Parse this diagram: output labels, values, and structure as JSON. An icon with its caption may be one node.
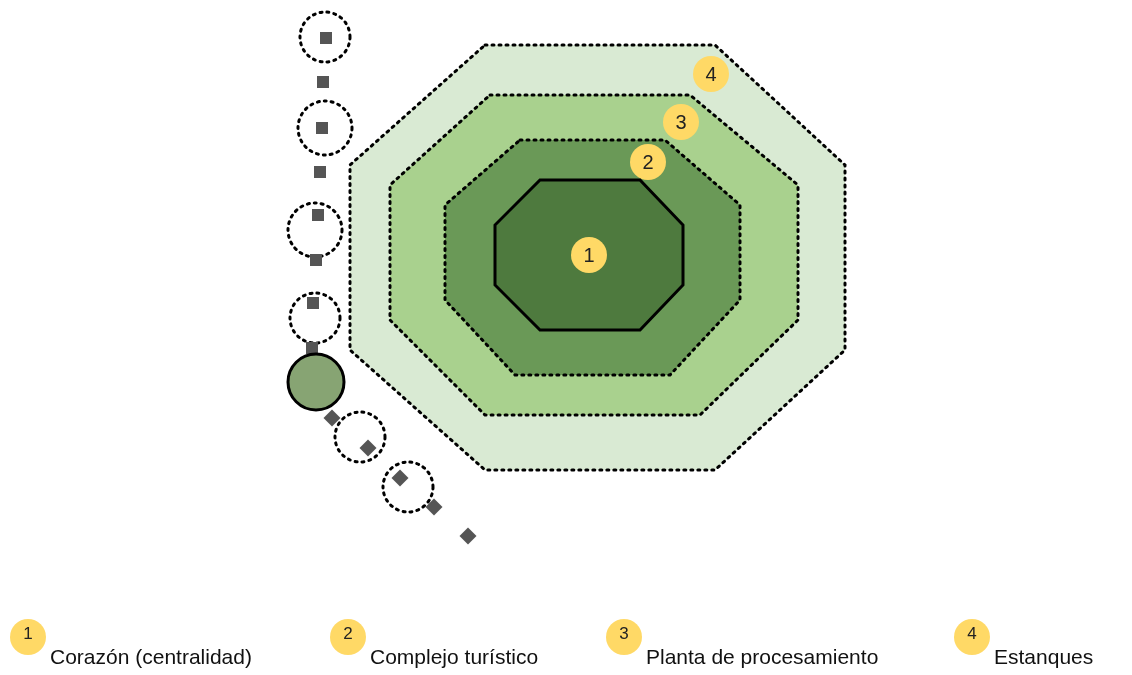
{
  "diagram": {
    "nodes": [
      {
        "text": [
          "4"
        ]
      },
      {
        "text": [
          "3"
        ],
        "in": 0
      },
      {
        "text": [
          "2"
        ],
        "in": 1
      },
      {
        "text": [
          "1"
        ],
        "in": 2
      }
    ],
    "edges": [],
    "labels": [
      "1",
      "2",
      "3",
      "4"
    ],
    "legend": [
      {
        "text": "Corazón (centralidad)"
      },
      {
        "text": "Complejo turístico"
      },
      {
        "text": "Planta de procesamiento"
      },
      {
        "text": "Estanques"
      }
    ]
  }
}
